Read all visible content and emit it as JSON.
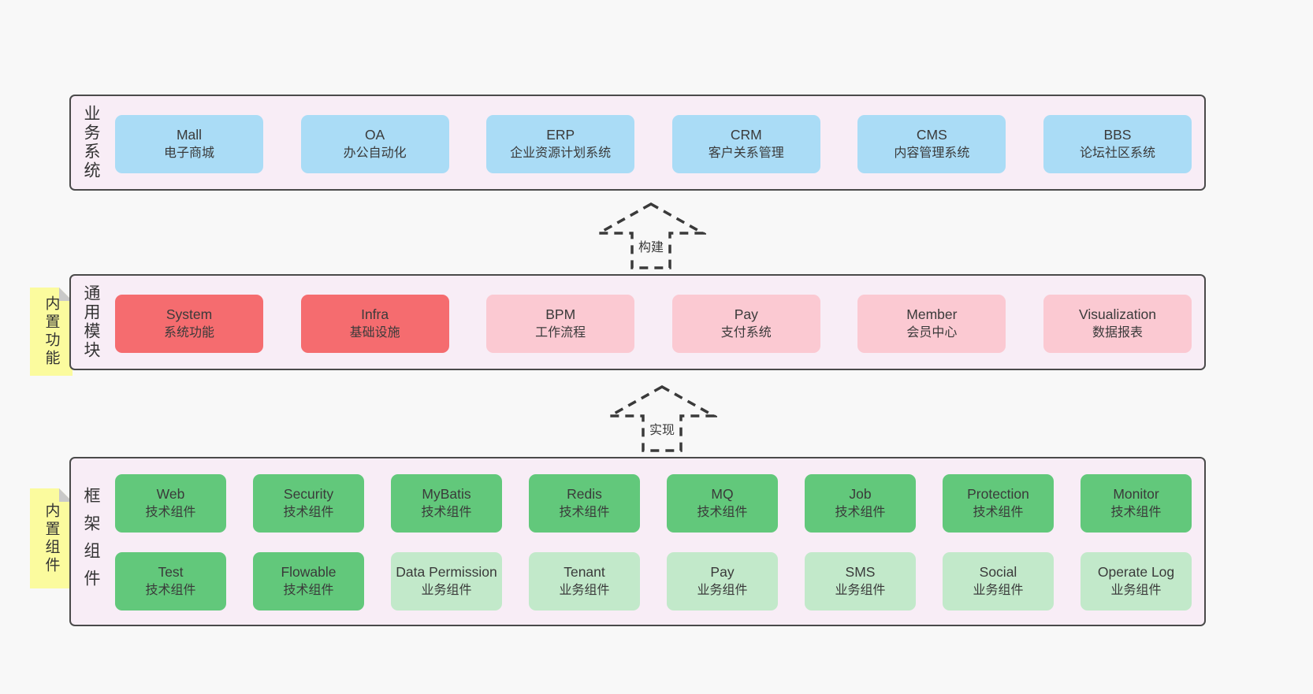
{
  "colors": {
    "page_bg": "#f8f8f8",
    "panel_bg": "#f8edf6",
    "panel_border": "#4a4a4a",
    "blue_box": "#aadcf6",
    "red_box": "#f56c6f",
    "pink_box": "#fbc9d2",
    "green_box": "#62c87b",
    "light_green_box": "#c2e9ca",
    "sticky_yellow": "#fbfb9e",
    "sticky_fold_gray": "#c9c9c9",
    "text": "#3a3a3a"
  },
  "arrows": {
    "build": "构建",
    "implement": "实现"
  },
  "layers": {
    "business": {
      "label": "业务系统",
      "boxes": [
        {
          "en": "Mall",
          "zh": "电子商城"
        },
        {
          "en": "OA",
          "zh": "办公自动化"
        },
        {
          "en": "ERP",
          "zh": "企业资源计划系统"
        },
        {
          "en": "CRM",
          "zh": "客户关系管理"
        },
        {
          "en": "CMS",
          "zh": "内容管理系统"
        },
        {
          "en": "BBS",
          "zh": "论坛社区系统"
        }
      ]
    },
    "modules": {
      "label": "通用模块",
      "sticky": "内置功能",
      "boxes": [
        {
          "en": "System",
          "zh": "系统功能"
        },
        {
          "en": "Infra",
          "zh": "基础设施"
        },
        {
          "en": "BPM",
          "zh": "工作流程"
        },
        {
          "en": "Pay",
          "zh": "支付系统"
        },
        {
          "en": "Member",
          "zh": "会员中心"
        },
        {
          "en": "Visualization",
          "zh": "数据报表"
        }
      ]
    },
    "components": {
      "label": "框架组件",
      "sticky": "内置组件",
      "row1": [
        {
          "en": "Web",
          "zh": "技术组件"
        },
        {
          "en": "Security",
          "zh": "技术组件"
        },
        {
          "en": "MyBatis",
          "zh": "技术组件"
        },
        {
          "en": "Redis",
          "zh": "技术组件"
        },
        {
          "en": "MQ",
          "zh": "技术组件"
        },
        {
          "en": "Job",
          "zh": "技术组件"
        },
        {
          "en": "Protection",
          "zh": "技术组件"
        },
        {
          "en": "Monitor",
          "zh": "技术组件"
        }
      ],
      "row2": [
        {
          "en": "Test",
          "zh": "技术组件"
        },
        {
          "en": "Flowable",
          "zh": "技术组件"
        },
        {
          "en": "Data Permission",
          "zh": "业务组件"
        },
        {
          "en": "Tenant",
          "zh": "业务组件"
        },
        {
          "en": "Pay",
          "zh": "业务组件"
        },
        {
          "en": "SMS",
          "zh": "业务组件"
        },
        {
          "en": "Social",
          "zh": "业务组件"
        },
        {
          "en": "Operate Log",
          "zh": "业务组件"
        }
      ]
    }
  }
}
